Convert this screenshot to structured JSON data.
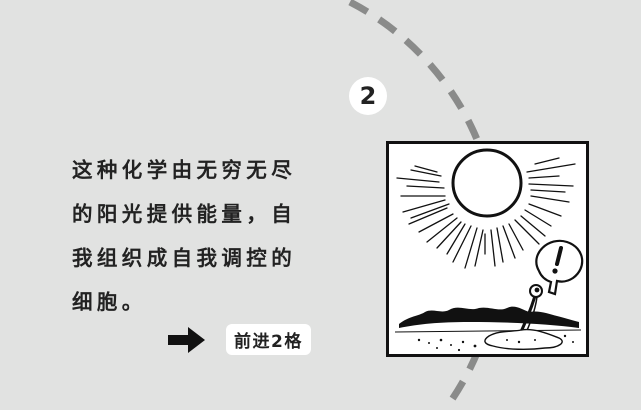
{
  "step": {
    "number": "2"
  },
  "body_text": {
    "lines": [
      "这种化学由无穷无尽",
      "的阳光提供能量，自",
      "我组织成自我调控的",
      "细胞。"
    ]
  },
  "navigation": {
    "arrow_icon": "right-arrow-icon",
    "advance_label": "前进2格"
  },
  "illustration": {
    "description": "Comic panel: a sun radiating over a barren landscape; a small cell-like blob on a stalk rises from a puddle with a speech bubble containing an exclamation mark",
    "speech_bubble_text": "!"
  },
  "colors": {
    "background": "#e1e2e1",
    "text": "#222222",
    "dashed_path": "#8a8b8a",
    "panel_border": "#111111",
    "badge_bg": "#ffffff"
  }
}
